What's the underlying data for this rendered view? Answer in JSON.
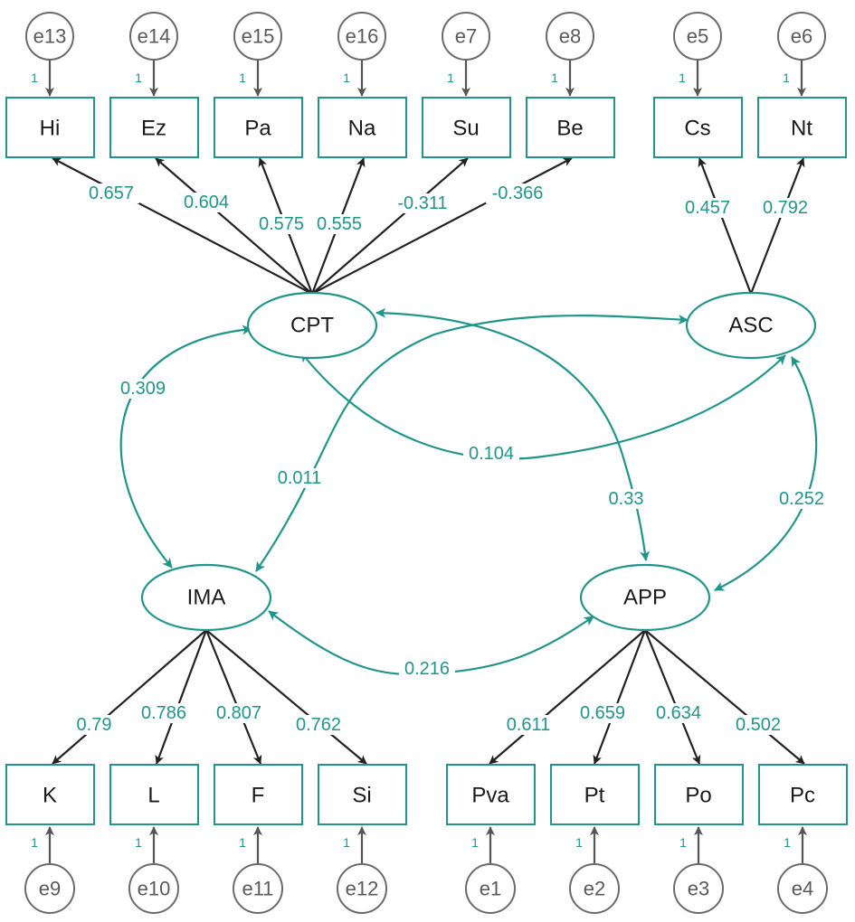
{
  "indicators": {
    "Hi": "Hi",
    "Ez": "Ez",
    "Pa": "Pa",
    "Na": "Na",
    "Su": "Su",
    "Be": "Be",
    "Cs": "Cs",
    "Nt": "Nt",
    "K": "K",
    "L": "L",
    "F": "F",
    "Si": "Si",
    "Pva": "Pva",
    "Pt": "Pt",
    "Po": "Po",
    "Pc": "Pc"
  },
  "latents": {
    "CPT": "CPT",
    "ASC": "ASC",
    "IMA": "IMA",
    "APP": "APP"
  },
  "errors": {
    "e13": "e13",
    "e14": "e14",
    "e15": "e15",
    "e16": "e16",
    "e7": "e7",
    "e8": "e8",
    "e5": "e5",
    "e6": "e6",
    "e9": "e9",
    "e10": "e10",
    "e11": "e11",
    "e12": "e12",
    "e1": "e1",
    "e2": "e2",
    "e3": "e3",
    "e4": "e4"
  },
  "fixed_error_weight": "1",
  "loadings": {
    "CPT_Hi": "0.657",
    "CPT_Ez": "0.604",
    "CPT_Pa": "0.575",
    "CPT_Na": "0.555",
    "CPT_Su": "-0.311",
    "CPT_Be": "-0.366",
    "ASC_Cs": "0.457",
    "ASC_Nt": "0.792",
    "IMA_K": "0.79",
    "IMA_L": "0.786",
    "IMA_F": "0.807",
    "IMA_Si": "0.762",
    "APP_Pva": "0.611",
    "APP_Pt": "0.659",
    "APP_Po": "0.634",
    "APP_Pc": "0.502"
  },
  "covariances": {
    "CPT_IMA": "0.309",
    "CPT_ASC": "0.104",
    "IMA_ASC": "0.011",
    "CPT_APP": "0.33",
    "ASC_APP": "0.252",
    "IMA_APP": "0.216"
  },
  "colors": {
    "accent": "#22958a",
    "loading_line": "#222222",
    "error": "#6b6b6b"
  }
}
